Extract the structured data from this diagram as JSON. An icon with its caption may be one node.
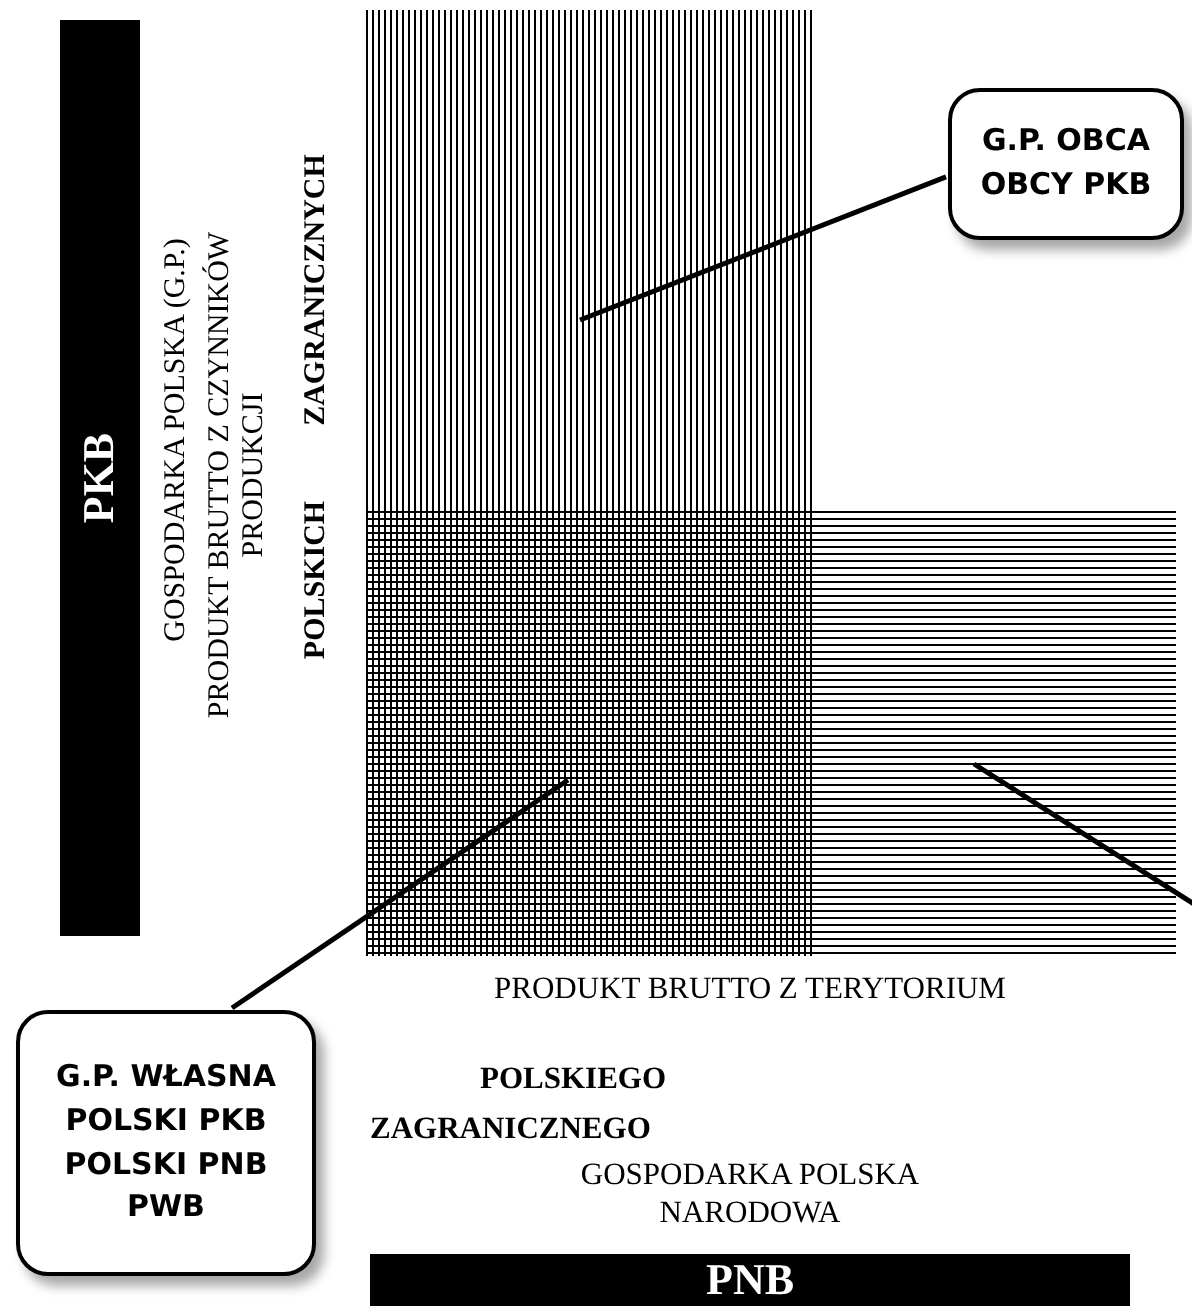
{
  "diagram": {
    "nodes": [
      {
        "text": [
          "PKB"
        ]
      },
      {
        "text": [
          "G.P. OBCA",
          "OBCY PKB"
        ]
      },
      {
        "text": [
          "G.P. WŁASNA",
          "POLSKI PKB",
          "POLSKI PNB",
          "PWB"
        ]
      },
      {
        "text": [
          "PNB"
        ]
      }
    ],
    "edges": [
      {
        "from": 1,
        "to": null,
        "arrow": "none"
      },
      {
        "from": 2,
        "to": null,
        "arrow": "none"
      }
    ],
    "labels": [
      "GOSPODARKA POLSKA (G.P.)",
      "PRODUKT BRUTTO Z CZYNNIKÓW PRODUKCJI",
      "POLSKICH",
      "ZAGRANICZNYCH",
      "PRODUKT BRUTTO Z TERYTORIUM",
      "POLSKIEGO",
      "ZAGRANICZNEGO",
      "GOSPODARKA POLSKA NARODOWA"
    ]
  }
}
